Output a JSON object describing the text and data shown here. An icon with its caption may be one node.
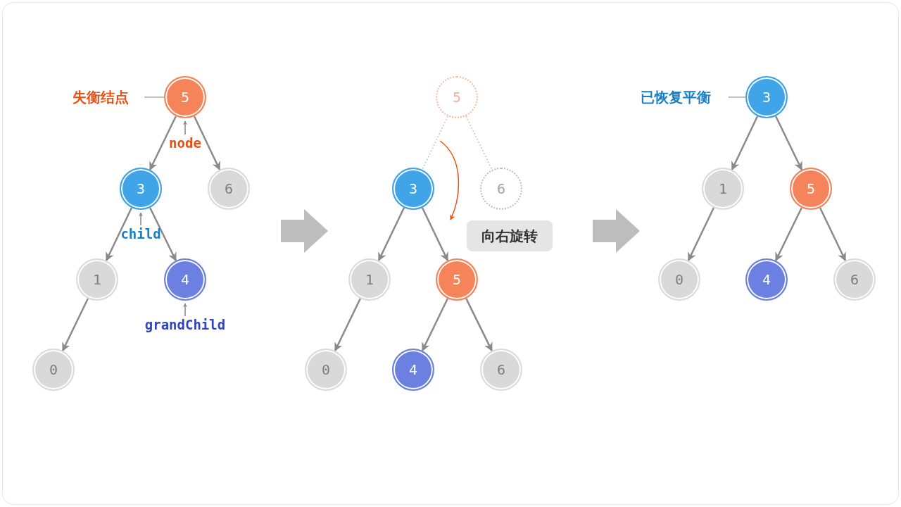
{
  "diagram": {
    "nodes": [
      {
        "text": [
          "5"
        ]
      },
      {
        "text": [
          "3"
        ]
      },
      {
        "text": [
          "6"
        ]
      },
      {
        "text": [
          "1"
        ]
      },
      {
        "text": [
          "4"
        ]
      },
      {
        "text": [
          "0"
        ]
      },
      {
        "text": [
          "失衡结点"
        ]
      },
      {
        "text": [
          "node"
        ]
      },
      {
        "text": [
          "child"
        ]
      },
      {
        "text": [
          "grandChild"
        ]
      },
      {
        "text": [
          "5"
        ]
      },
      {
        "text": [
          "3"
        ]
      },
      {
        "text": [
          "6"
        ]
      },
      {
        "text": [
          "1"
        ]
      },
      {
        "text": [
          "5"
        ]
      },
      {
        "text": [
          "0"
        ]
      },
      {
        "text": [
          "4"
        ]
      },
      {
        "text": [
          "6"
        ]
      },
      {
        "text": [
          "向右旋转"
        ]
      },
      {
        "text": [
          "3"
        ]
      },
      {
        "text": [
          "1"
        ]
      },
      {
        "text": [
          "5"
        ]
      },
      {
        "text": [
          "0"
        ]
      },
      {
        "text": [
          "4"
        ]
      },
      {
        "text": [
          "6"
        ]
      },
      {
        "text": [
          "已恢复平衡"
        ]
      }
    ],
    "edges": [
      {
        "from": 0,
        "to": 1,
        "arrow": "to"
      },
      {
        "from": 0,
        "to": 2,
        "arrow": "to"
      },
      {
        "from": 1,
        "to": 3,
        "arrow": "to"
      },
      {
        "from": 1,
        "to": 4,
        "arrow": "to"
      },
      {
        "from": 3,
        "to": 5,
        "arrow": "to"
      },
      {
        "from": 6,
        "to": 0,
        "arrow": "none"
      },
      {
        "from": 7,
        "to": 0,
        "arrow": "to"
      },
      {
        "from": 8,
        "to": 1,
        "arrow": "to"
      },
      {
        "from": 9,
        "to": 4,
        "arrow": "to"
      },
      {
        "from": 10,
        "to": 11,
        "arrow": "none",
        "style": "dashed"
      },
      {
        "from": 10,
        "to": 12,
        "arrow": "none",
        "style": "dashed"
      },
      {
        "from": 11,
        "to": 13,
        "arrow": "to"
      },
      {
        "from": 11,
        "to": 14,
        "arrow": "to"
      },
      {
        "from": 13,
        "to": 15,
        "arrow": "to"
      },
      {
        "from": 14,
        "to": 16,
        "arrow": "to"
      },
      {
        "from": 14,
        "to": 17,
        "arrow": "to"
      },
      {
        "from": 19,
        "to": 20,
        "arrow": "to"
      },
      {
        "from": 19,
        "to": 21,
        "arrow": "to"
      },
      {
        "from": 20,
        "to": 22,
        "arrow": "to"
      },
      {
        "from": 21,
        "to": 23,
        "arrow": "to"
      },
      {
        "from": 21,
        "to": 24,
        "arrow": "to"
      },
      {
        "from": 25,
        "to": 19,
        "arrow": "none"
      }
    ]
  }
}
